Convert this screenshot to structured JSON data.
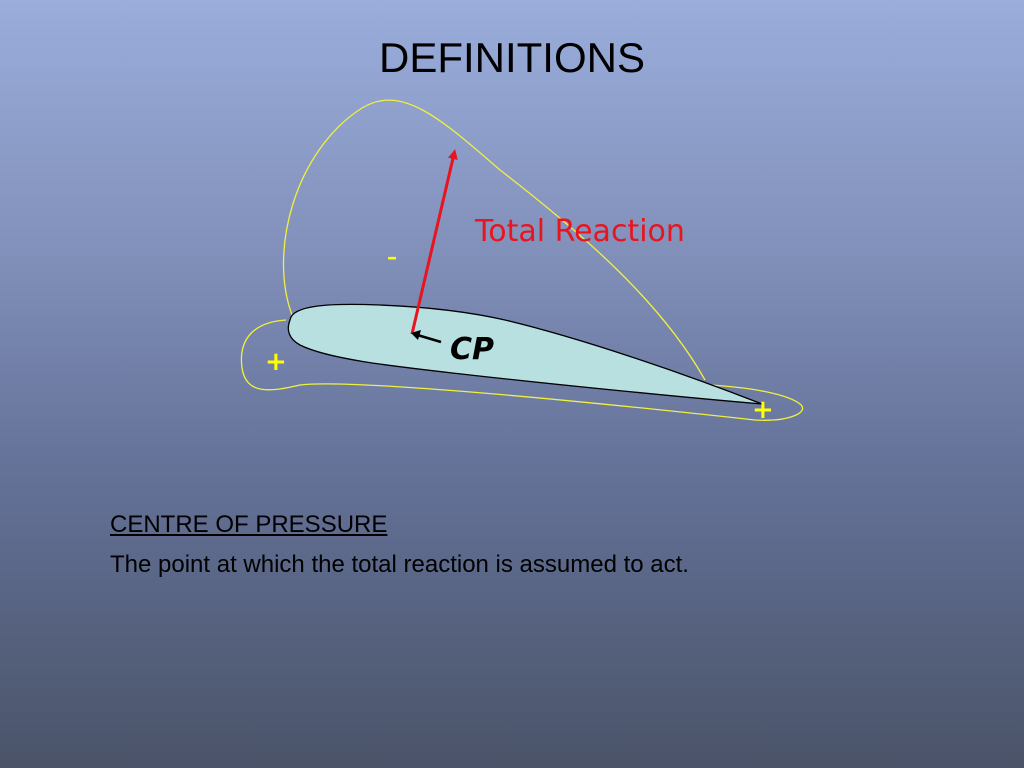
{
  "slide": {
    "title": "DEFINITIONS"
  },
  "diagram": {
    "total_reaction_label": "Total Reaction",
    "cp_label": "CP",
    "upper_surface_sign": "–",
    "lower_leading_sign": "+",
    "trailing_edge_sign": "+",
    "colors": {
      "aerofoil_fill": "#b8e0e0",
      "pressure_envelope": "#f0f040",
      "reaction_arrow": "#e8141e",
      "reaction_label": "#e8141e",
      "plus_signs": "#ffff00",
      "minus_sign": "#ffff00"
    }
  },
  "definition": {
    "term": "CENTRE OF PRESSURE",
    "text": "The point at which the total reaction is assumed to act."
  }
}
